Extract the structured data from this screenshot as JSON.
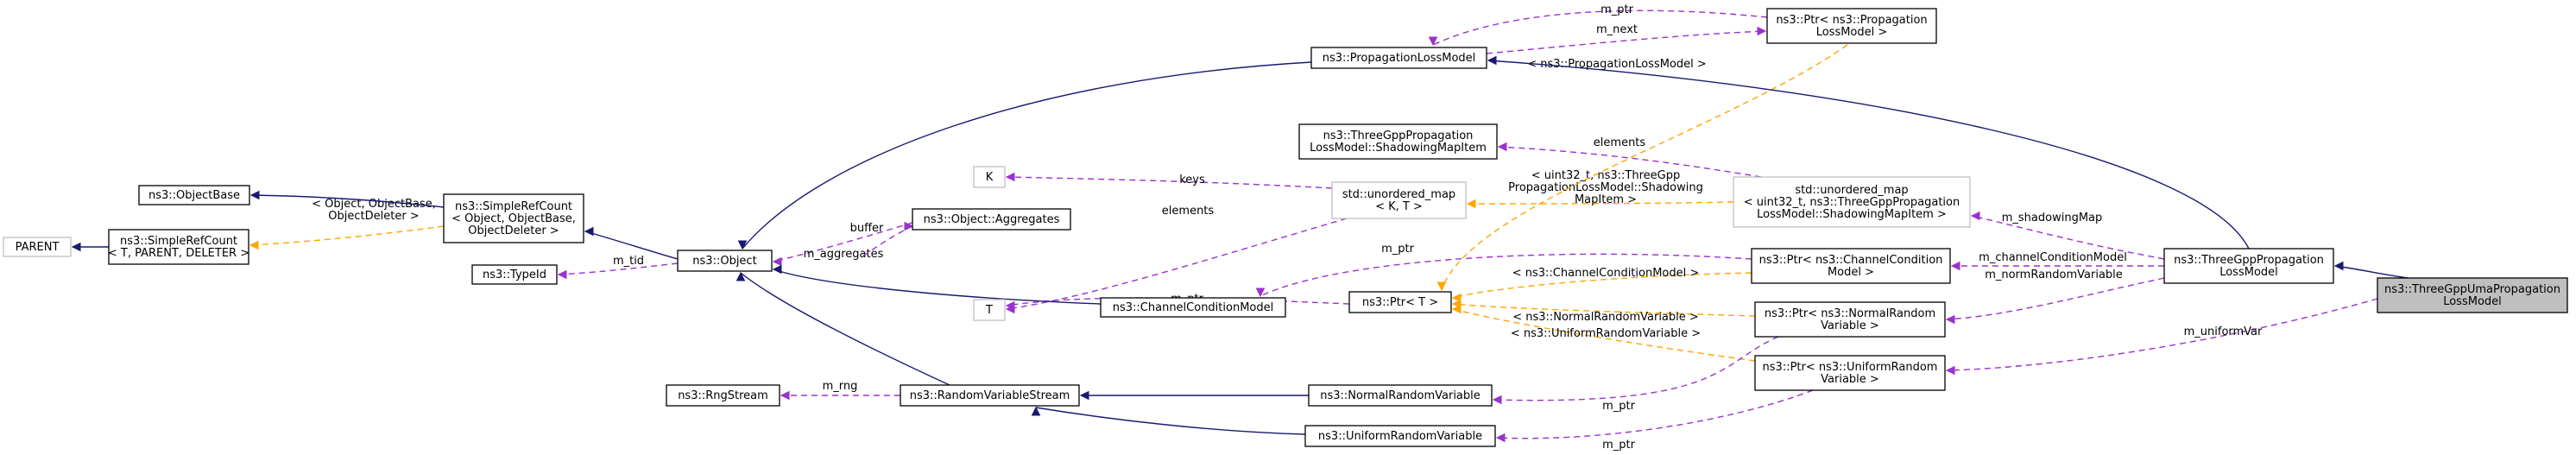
{
  "diagram": {
    "nodes": {
      "parent": {
        "lines": [
          "PARENT"
        ]
      },
      "simplerefcount_t": {
        "lines": [
          "ns3::SimpleRefCount",
          "< T, PARENT, DELETER >"
        ]
      },
      "objectbase": {
        "lines": [
          "ns3::ObjectBase"
        ]
      },
      "simplerefcount_obj": {
        "lines": [
          "ns3::SimpleRefCount",
          "< Object, ObjectBase,",
          "ObjectDeleter >"
        ]
      },
      "typeid": {
        "lines": [
          "ns3::TypeId"
        ]
      },
      "object": {
        "lines": [
          "ns3::Object"
        ]
      },
      "aggregates": {
        "lines": [
          "ns3::Object::Aggregates"
        ]
      },
      "k": {
        "lines": [
          "K"
        ]
      },
      "t": {
        "lines": [
          "T"
        ]
      },
      "unordered_map_kt": {
        "lines": [
          "std::unordered_map",
          "< K, T >"
        ]
      },
      "shadowing_item": {
        "lines": [
          "ns3::ThreeGppPropagation",
          "LossModel::ShadowingMapItem"
        ]
      },
      "propagation_loss_model": {
        "lines": [
          "ns3::PropagationLossModel"
        ]
      },
      "ptr_propagation": {
        "lines": [
          "ns3::Ptr< ns3::Propagation",
          "LossModel >"
        ]
      },
      "unordered_map_shadow": {
        "lines": [
          "std::unordered_map",
          "< uint32_t, ns3::ThreeGppPropagation",
          "LossModel::ShadowingMapItem >"
        ]
      },
      "channel_condition_model": {
        "lines": [
          "ns3::ChannelConditionModel"
        ]
      },
      "ptr_t": {
        "lines": [
          "ns3::Ptr< T >"
        ]
      },
      "ptr_channel_condition": {
        "lines": [
          "ns3::Ptr< ns3::ChannelCondition",
          "Model >"
        ]
      },
      "ptr_normal": {
        "lines": [
          "ns3::Ptr< ns3::NormalRandom",
          "Variable >"
        ]
      },
      "ptr_uniform": {
        "lines": [
          "ns3::Ptr< ns3::UniformRandom",
          "Variable >"
        ]
      },
      "threegpp_propagation": {
        "lines": [
          "ns3::ThreeGppPropagation",
          "LossModel"
        ]
      },
      "threegpp_uma": {
        "lines": [
          "ns3::ThreeGppUmaPropagation",
          "LossModel"
        ]
      },
      "rngstream": {
        "lines": [
          "ns3::RngStream"
        ]
      },
      "random_variable_stream": {
        "lines": [
          "ns3::RandomVariableStream"
        ]
      },
      "normal_random_variable": {
        "lines": [
          "ns3::NormalRandomVariable"
        ]
      },
      "uniform_random_variable": {
        "lines": [
          "ns3::UniformRandomVariable"
        ]
      }
    },
    "edges": {
      "e_parent": {
        "label": ""
      },
      "e_simple_template": {
        "lines": [
          "< Object, ObjectBase,",
          "ObjectDeleter >"
        ]
      },
      "e_objectbase": {
        "label": ""
      },
      "e_simple_object": {
        "label": ""
      },
      "e_tid": {
        "label": "m_tid"
      },
      "e_aggregates": {
        "label": "m_aggregates"
      },
      "e_buffer": {
        "label": "buffer"
      },
      "e_keys": {
        "label": "keys"
      },
      "e_elements_t": {
        "label": "elements"
      },
      "e_kt_template": {
        "lines": [
          "< uint32_t, ns3::ThreeGpp",
          "PropagationLossModel::Shadowing",
          "MapItem >"
        ]
      },
      "e_elements_shadow": {
        "label": "elements"
      },
      "e_plm_object": {
        "label": ""
      },
      "e_m_ptr_plm": {
        "label": "m_ptr"
      },
      "e_m_next": {
        "label": "m_next"
      },
      "e_ptr_plm_template": {
        "label": "< ns3::PropagationLossModel >"
      },
      "e_ptr_t_mptr": {
        "label": "m_ptr"
      },
      "e_ccm_object": {
        "label": ""
      },
      "e_ccm_mptr": {
        "label": "m_ptr"
      },
      "e_ptr_cc_template": {
        "label": "< ns3::ChannelConditionModel >"
      },
      "e_ptr_normal_template": {
        "label": "< ns3::NormalRandomVariable >"
      },
      "e_ptr_uniform_template": {
        "label": "< ns3::UniformRandomVariable >"
      },
      "e_shadowing_map": {
        "label": "m_shadowingMap"
      },
      "e_channel_cond_model": {
        "label": "m_channelConditionModel"
      },
      "e_norm_rv": {
        "label": "m_normRandomVariable"
      },
      "e_uniform_var": {
        "label": "m_uniformVar"
      },
      "e_tgpp_plm": {
        "label": ""
      },
      "e_uma_tgpp": {
        "label": ""
      },
      "e_rng": {
        "label": "m_rng"
      },
      "e_rvs_object": {
        "label": ""
      },
      "e_normal_rvs": {
        "label": ""
      },
      "e_uniform_rvs": {
        "label": ""
      },
      "e_normal_mptr": {
        "label": "m_ptr"
      },
      "e_uniform_mptr": {
        "label": "m_ptr"
      }
    },
    "colors": {
      "inheritance": "#191970",
      "member": "#9a32cd",
      "template": "#ffa500",
      "highlight_fill": "#bfbfbf",
      "grey_border": "#bfbfbf"
    }
  }
}
